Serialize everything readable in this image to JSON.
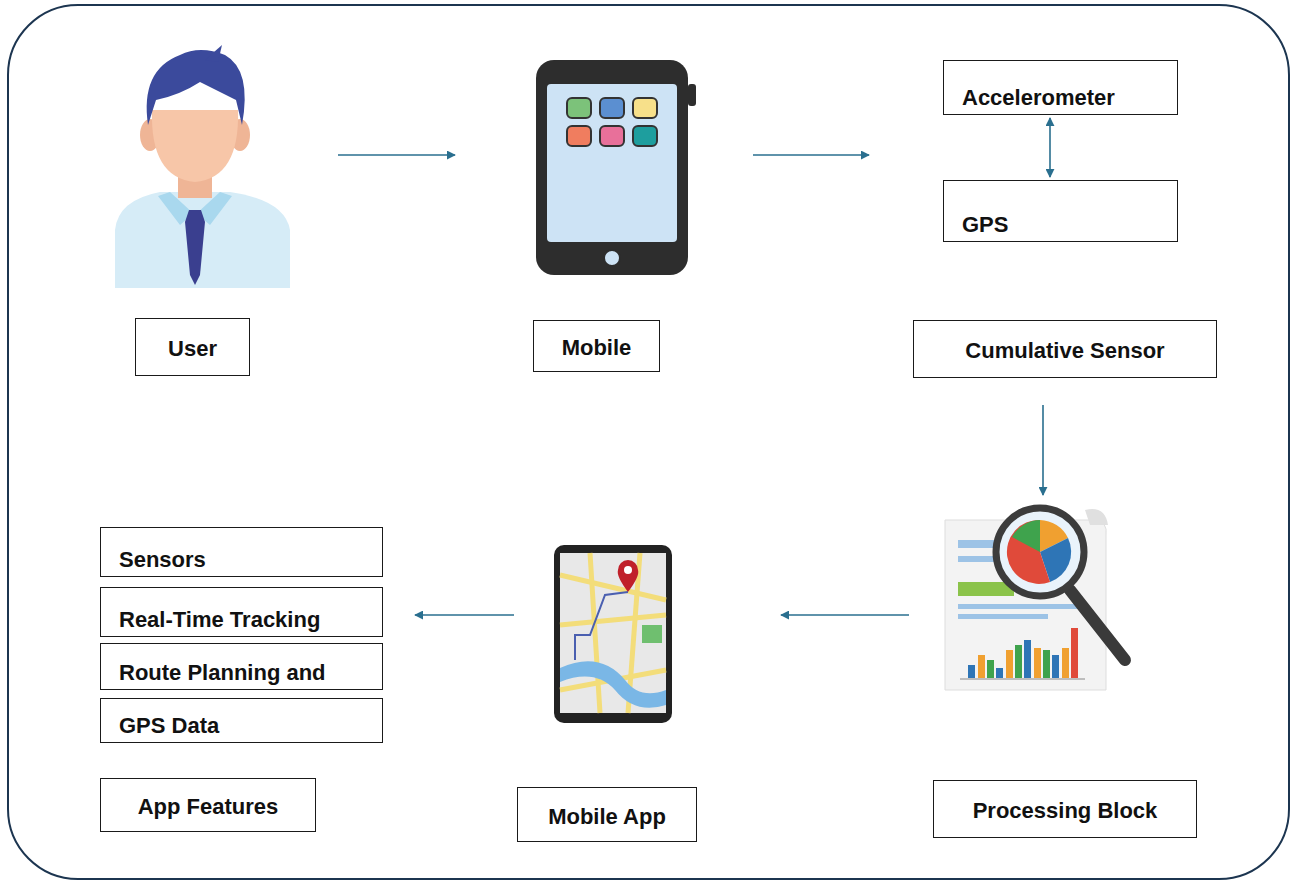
{
  "diagram": {
    "nodes": [
      {
        "text": [
          "User"
        ]
      },
      {
        "text": [
          "Mobile"
        ]
      },
      {
        "text": [
          "Cumulative Sensor"
        ]
      },
      {
        "text": [
          "Accelerometer"
        ],
        "in": 2
      },
      {
        "text": [
          "GPS"
        ],
        "in": 2
      },
      {
        "text": [
          "Processing Block"
        ]
      },
      {
        "text": [
          "Mobile App"
        ]
      },
      {
        "text": [
          "App Features"
        ]
      },
      {
        "text": [
          "Sensors"
        ],
        "in": 7
      },
      {
        "text": [
          "Real-Time Tracking"
        ],
        "in": 7
      },
      {
        "text": [
          "Route Planning and"
        ],
        "in": 7
      },
      {
        "text": [
          "GPS Data"
        ],
        "in": 7
      }
    ],
    "edges": [
      {
        "from": 0,
        "to": 1,
        "arrow": "to"
      },
      {
        "from": 1,
        "to": 2,
        "arrow": "to"
      },
      {
        "from": 3,
        "to": 4,
        "arrow": "both"
      },
      {
        "from": 2,
        "to": 5,
        "arrow": "to"
      },
      {
        "from": 5,
        "to": 6,
        "arrow": "to"
      },
      {
        "from": 6,
        "to": 7,
        "arrow": "to"
      }
    ]
  }
}
